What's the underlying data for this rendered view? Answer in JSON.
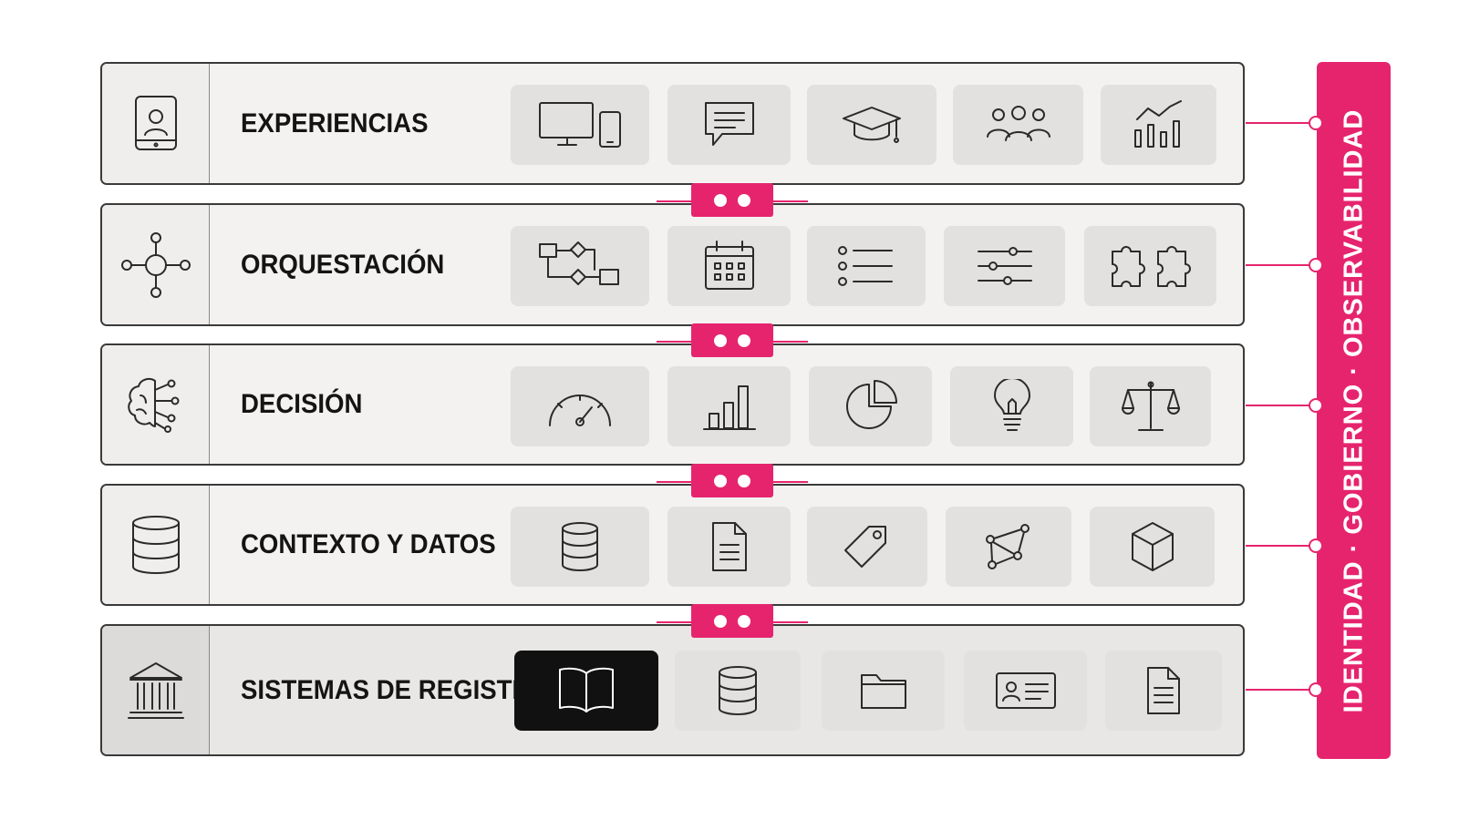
{
  "layers": [
    {
      "title": "EXPERIENCIAS",
      "icon": "tablet-user-icon",
      "tiles": [
        "devices-icon",
        "chat-icon",
        "graduation-cap-icon",
        "users-icon",
        "chart-growth-icon"
      ]
    },
    {
      "title": "ORQUESTACIÓN",
      "icon": "hub-network-icon",
      "tiles": [
        "flowchart-icon",
        "calendar-icon",
        "list-icon",
        "sliders-icon",
        "puzzle-icon"
      ]
    },
    {
      "title": "DECISIÓN",
      "icon": "brain-circuit-icon",
      "tiles": [
        "gauge-icon",
        "bar-chart-icon",
        "pie-chart-icon",
        "lightbulb-icon",
        "scale-icon"
      ]
    },
    {
      "title": "CONTEXTO Y DATOS",
      "icon": "database-icon",
      "tiles": [
        "database-icon",
        "document-icon",
        "tag-icon",
        "graph-nodes-icon",
        "cube-icon"
      ]
    },
    {
      "title": "SISTEMAS DE REGISTRO",
      "icon": "institution-icon",
      "tiles": [
        "book-icon",
        "database-icon",
        "folder-icon",
        "id-card-icon",
        "document-icon"
      ]
    }
  ],
  "side_label": "IDENTIDAD · GOBIERNO · OBSERVABILIDAD",
  "colors": {
    "accent": "#e6246e",
    "border": "#3a3a3a",
    "tile": "#e2e1df",
    "active_tile": "#111111"
  }
}
